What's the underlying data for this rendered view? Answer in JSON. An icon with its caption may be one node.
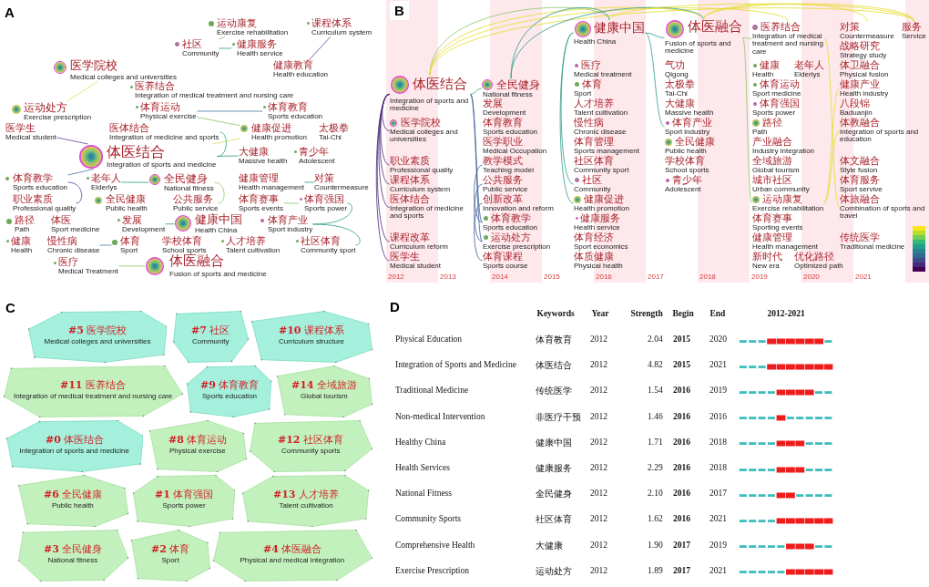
{
  "diagram": {
    "nodes": [
      {
        "text": [
          "运动康复",
          "Exercise rehabilitation"
        ]
      },
      {
        "text": [
          "社区",
          "Community"
        ]
      },
      {
        "text": [
          "课程体系",
          "Curriculum system"
        ]
      },
      {
        "text": [
          "健康服务",
          "Health service"
        ]
      },
      {
        "text": [
          "医学院校",
          "Medical colleges and universities"
        ]
      },
      {
        "text": [
          "医养结合",
          "Integration of medical treatment and nursing care"
        ]
      },
      {
        "text": [
          "健康教育",
          "Health education"
        ]
      },
      {
        "text": [
          "运动处方",
          "Exercise prescription"
        ]
      },
      {
        "text": [
          "体育运动",
          "Physical exercise"
        ]
      },
      {
        "text": [
          "体育教育",
          "Sports education"
        ]
      },
      {
        "text": [
          "医体结合",
          "Integration of medicine and sports"
        ]
      },
      {
        "text": [
          "健康促进",
          "Health promotion"
        ]
      },
      {
        "text": [
          "医学生",
          "Medical student"
        ]
      },
      {
        "text": [
          "青少年",
          "Adolescent"
        ]
      },
      {
        "text": [
          "体医结合",
          "Integration of sports and medicine"
        ]
      },
      {
        "text": [
          "大健康",
          "Massive health"
        ]
      },
      {
        "text": [
          "太极拳",
          "Tai-Chi"
        ]
      },
      {
        "text": [
          "健康管理",
          "Health management"
        ]
      },
      {
        "text": [
          "全民健身",
          "National fitness"
        ]
      },
      {
        "text": [
          "老年人",
          "Elderlys"
        ]
      },
      {
        "text": [
          "体育教学",
          "Sports education"
        ]
      },
      {
        "text": [
          "职业素质",
          "Professional quality"
        ]
      },
      {
        "text": [
          "对策",
          "Countermeasure"
        ]
      },
      {
        "text": [
          "全民健康",
          "Public health"
        ]
      },
      {
        "text": [
          "公共服务",
          "Public service"
        ]
      },
      {
        "text": [
          "体育强国",
          "Sports power"
        ]
      },
      {
        "text": [
          "路径",
          "Path"
        ]
      },
      {
        "text": [
          "发展",
          "Development"
        ]
      },
      {
        "text": [
          "体育赛事",
          "Sports events"
        ]
      },
      {
        "text": [
          "社区体育",
          "Community sport"
        ]
      },
      {
        "text": [
          "体医",
          "Sport medicine"
        ]
      },
      {
        "text": [
          "健康中国",
          "Health China"
        ]
      },
      {
        "text": [
          "体育产业",
          "Sport industry"
        ]
      },
      {
        "text": [
          "健康",
          "Health"
        ]
      },
      {
        "text": [
          "学校体育",
          "School sports"
        ]
      },
      {
        "text": [
          "人才培养",
          "Talent cultivation"
        ]
      },
      {
        "text": [
          "体育",
          "Sport"
        ]
      },
      {
        "text": [
          "慢性病",
          "Chronic disease"
        ]
      },
      {
        "text": [
          "医疗",
          "Medical Treatment"
        ]
      },
      {
        "text": [
          "体医融合",
          "Fusion of sports and medicine"
        ]
      },
      {
        "text": [
          "体医结合",
          "Integration of sports and medicine"
        ]
      },
      {
        "text": [
          "医学院校",
          "Medical colleges and universities"
        ]
      },
      {
        "text": [
          "职业素质",
          "Professional quality"
        ]
      },
      {
        "text": [
          "课程体系",
          "Curriculum system"
        ]
      },
      {
        "text": [
          "医体结合",
          "Integration of medicine and sports"
        ]
      },
      {
        "text": [
          "课程改革",
          "Curriculum reform"
        ]
      },
      {
        "text": [
          "医学生",
          "Medical student"
        ]
      },
      {
        "text": [
          "体育教学",
          "Sports education"
        ]
      },
      {
        "text": [
          "运动处方",
          "Exercise prescription"
        ]
      },
      {
        "text": [
          "体育课程",
          "Sports course"
        ]
      },
      {
        "text": [
          "教学模式",
          "Teaching model"
        ]
      },
      {
        "text": [
          "公共服务",
          "Public service"
        ]
      },
      {
        "text": [
          "创新改革",
          "Innovation and reform"
        ]
      },
      {
        "text": [
          "全民健身",
          "National fitness"
        ]
      },
      {
        "text": [
          "发展",
          "Development"
        ]
      },
      {
        "text": [
          "体育教育",
          "Sports education"
        ]
      },
      {
        "text": [
          "医学职业",
          "Medical Occupation"
        ]
      },
      {
        "text": [
          "健康中国",
          "Health China"
        ]
      },
      {
        "text": [
          "医疗",
          "Medical treatment"
        ]
      },
      {
        "text": [
          "体育",
          "Sport"
        ]
      },
      {
        "text": [
          "人才培养",
          "Talent cultivation"
        ]
      },
      {
        "text": [
          "慢性病",
          "Chronic disease"
        ]
      },
      {
        "text": [
          "体育管理",
          "Sports management"
        ]
      },
      {
        "text": [
          "社区体育",
          "Community sport"
        ]
      },
      {
        "text": [
          "社区",
          "Community"
        ]
      },
      {
        "text": [
          "健康促进",
          "Health promotion"
        ]
      },
      {
        "text": [
          "健康服务",
          "Health service"
        ]
      },
      {
        "text": [
          "体育经济",
          "Sport economics"
        ]
      },
      {
        "text": [
          "体质健康",
          "Physical health"
        ]
      },
      {
        "text": [
          "体医融合",
          "Fusion of sports and medicine"
        ]
      },
      {
        "text": [
          "气功",
          "Qigong"
        ]
      },
      {
        "text": [
          "太极拳",
          "Tai-Chi"
        ]
      },
      {
        "text": [
          "大健康",
          "Massive health"
        ]
      },
      {
        "text": [
          "体育产业",
          "Sport industry"
        ]
      },
      {
        "text": [
          "全民健康",
          "Public health"
        ]
      },
      {
        "text": [
          "学校体育",
          "School sports"
        ]
      },
      {
        "text": [
          "青少年",
          "Adolescent"
        ]
      },
      {
        "text": [
          "医养结合",
          "Integration of medical treatment and nursing care"
        ]
      },
      {
        "text": [
          "健康",
          "Health"
        ]
      },
      {
        "text": [
          "体育运动",
          "Sport medicine"
        ]
      },
      {
        "text": [
          "老年人",
          "Elderlys"
        ]
      },
      {
        "text": [
          "体育强国",
          "Sports power"
        ]
      },
      {
        "text": [
          "路径",
          "Path"
        ]
      },
      {
        "text": [
          "产业融合",
          "Industry integration"
        ]
      },
      {
        "text": [
          "全域旅游",
          "Global tourism"
        ]
      },
      {
        "text": [
          "城市社区",
          "Urban community"
        ]
      },
      {
        "text": [
          "运动康复",
          "Exercise rehabilitation"
        ]
      },
      {
        "text": [
          "体育赛事",
          "Sporting events"
        ]
      },
      {
        "text": [
          "健康管理",
          "Health management"
        ]
      },
      {
        "text": [
          "新时代",
          "New era"
        ]
      },
      {
        "text": [
          "优化路径",
          "Optimized path"
        ]
      },
      {
        "text": [
          "对策",
          "Countermeasure"
        ]
      },
      {
        "text": [
          "战略研究",
          "Strategy study"
        ]
      },
      {
        "text": [
          "体卫融合",
          "Physical fusion"
        ]
      },
      {
        "text": [
          "健康产业",
          "Health industry"
        ]
      },
      {
        "text": [
          "八段锦",
          "Baduanjin"
        ]
      },
      {
        "text": [
          "体教融合",
          "Integration of sports and education"
        ]
      },
      {
        "text": [
          "体文融合",
          "Style fusion"
        ]
      },
      {
        "text": [
          "体育服务",
          "Sport servive"
        ]
      },
      {
        "text": [
          "体旅融合",
          "Combination of sports and travel"
        ]
      },
      {
        "text": [
          "传统医学",
          "Traditional medicine"
        ]
      },
      {
        "text": [
          "服务",
          "Service"
        ]
      },
      {
        "text": [
          "**#10** 课程体系",
          "Curriculum structure"
        ]
      },
      {
        "text": [
          "**#5** 医学院校",
          "Medical colleges and universities"
        ]
      },
      {
        "text": [
          "**#7** 社区",
          "Community"
        ]
      },
      {
        "text": [
          "**#11** 医养结合",
          "Integration of medical treatment and nursing care"
        ]
      },
      {
        "text": [
          "**#9** 体育教育",
          "Sports education"
        ]
      },
      {
        "text": [
          "**#8** 体育运动",
          "Physical exercise"
        ]
      },
      {
        "text": [
          "**#0** 体医结合",
          "Integration of sports and medicine"
        ]
      },
      {
        "text": [
          "**#14** 全域旅游",
          "Global tourism"
        ]
      },
      {
        "text": [
          "**#6** 全民健康",
          "Public health"
        ]
      },
      {
        "text": [
          "**#12** 社区体育",
          "Community sports"
        ]
      },
      {
        "text": [
          "**#1** 体育强国",
          "Sports power"
        ]
      },
      {
        "text": [
          "**#3** 全民健身",
          "National fitness"
        ]
      },
      {
        "text": [
          "**#13** 人才培养",
          "Talent cultivation"
        ]
      },
      {
        "text": [
          "**#2** 体育",
          "Sport"
        ]
      },
      {
        "text": [
          "**#4** 体医融合",
          "Physical and medical integration"
        ]
      }
    ],
    "edges": [
      {
        "from": 14,
        "to": 12,
        "arrow": "none",
        "color": "#6a3d9a"
      },
      {
        "from": 14,
        "to": 20,
        "arrow": "none",
        "color": "#4a78a8"
      },
      {
        "from": 14,
        "to": 15,
        "arrow": "none"
      },
      {
        "from": 14,
        "to": 11,
        "arrow": "none",
        "color": "#e3dc5a"
      },
      {
        "from": 4,
        "to": 7,
        "arrow": "none",
        "color": "#e3dc5a"
      },
      {
        "from": 1,
        "to": 0,
        "arrow": "none",
        "color": "#8cc96a"
      },
      {
        "from": 1,
        "to": 3,
        "arrow": "none"
      },
      {
        "from": 2,
        "to": 6,
        "arrow": "none",
        "color": "#6a3d9a"
      },
      {
        "from": 11,
        "to": 8,
        "arrow": "none",
        "color": "#8cc96a"
      },
      {
        "from": 8,
        "to": 9,
        "arrow": "none",
        "color": "#4a78a8"
      },
      {
        "from": 18,
        "to": 24,
        "arrow": "none",
        "color": "#8cc96a"
      },
      {
        "from": 14,
        "to": 10,
        "arrow": "none"
      },
      {
        "from": 20,
        "to": 21,
        "arrow": "none",
        "color": "#6a3d9a"
      },
      {
        "from": 31,
        "to": 27,
        "arrow": "none"
      },
      {
        "from": 36,
        "to": 37,
        "arrow": "none",
        "color": "#4a78a8"
      },
      {
        "from": 39,
        "to": 38,
        "arrow": "none",
        "color": "#8cc96a"
      },
      {
        "from": 32,
        "to": 29,
        "arrow": "none"
      },
      {
        "from": 32,
        "to": 25,
        "arrow": "none"
      },
      {
        "from": 25,
        "to": 28,
        "arrow": "none",
        "color": "#8cc96a"
      },
      {
        "from": 17,
        "to": 22,
        "arrow": "none"
      },
      {
        "from": 18,
        "to": 19,
        "arrow": "none"
      },
      {
        "from": 40,
        "to": 41,
        "arrow": "none",
        "color": "#4b2a78"
      },
      {
        "from": 40,
        "to": 42,
        "arrow": "none",
        "color": "#4b2a78"
      },
      {
        "from": 40,
        "to": 43,
        "arrow": "none",
        "color": "#4b2a78"
      },
      {
        "from": 40,
        "to": 44,
        "arrow": "none",
        "color": "#4b2a78"
      },
      {
        "from": 40,
        "to": 45,
        "arrow": "none",
        "color": "#4b2a78"
      },
      {
        "from": 40,
        "to": 46,
        "arrow": "none",
        "color": "#4b2a78"
      },
      {
        "from": 40,
        "to": 53,
        "arrow": "none"
      },
      {
        "from": 40,
        "to": 47,
        "arrow": "none",
        "color": "#3e5b99"
      },
      {
        "from": 40,
        "to": 48,
        "arrow": "none",
        "color": "#3e5b99"
      },
      {
        "from": 47,
        "to": 50,
        "arrow": "none",
        "color": "#3e5b99"
      },
      {
        "from": 48,
        "to": 51,
        "arrow": "none",
        "color": "#3e5b99"
      },
      {
        "from": 49,
        "to": 52,
        "arrow": "none",
        "color": "#3e5b99"
      },
      {
        "from": 40,
        "to": 57,
        "arrow": "none",
        "color": "#8cc96a"
      },
      {
        "from": 40,
        "to": 69,
        "arrow": "none",
        "color": "#e6dc2a"
      },
      {
        "from": 40,
        "to": 77,
        "arrow": "none",
        "color": "#e6dc2a"
      },
      {
        "from": 40,
        "to": 101,
        "arrow": "none",
        "color": "#e6dc2a"
      },
      {
        "from": 53,
        "to": 57,
        "arrow": "none"
      },
      {
        "from": 53,
        "to": 69,
        "arrow": "none"
      },
      {
        "from": 57,
        "to": 69,
        "arrow": "none"
      },
      {
        "from": 57,
        "to": 65,
        "arrow": "none"
      },
      {
        "from": 57,
        "to": 64,
        "arrow": "none"
      },
      {
        "from": 69,
        "to": 77,
        "arrow": "none",
        "color": "#8cc96a"
      },
      {
        "from": 69,
        "to": 86,
        "arrow": "none",
        "color": "#8cc96a"
      },
      {
        "from": 69,
        "to": 91,
        "arrow": "none",
        "color": "#e6dc2a"
      },
      {
        "from": 69,
        "to": 101,
        "arrow": "none",
        "color": "#e6dc2a"
      },
      {
        "from": 86,
        "to": 96,
        "arrow": "none",
        "color": "#e6dc2a"
      },
      {
        "from": 77,
        "to": 99,
        "arrow": "none",
        "color": "#e6dc2a"
      },
      {
        "from": 86,
        "to": 94,
        "arrow": "none",
        "color": "#e6dc2a"
      },
      {
        "from": 57,
        "to": 101,
        "arrow": "none",
        "color": "#e6dc2a"
      },
      {
        "from": 57,
        "to": 73,
        "arrow": "none"
      }
    ],
    "labels": [
      "A",
      "B",
      "2012",
      "2013",
      "2014",
      "2015",
      "2016",
      "2017",
      "2018",
      "2019",
      "2020",
      "2021",
      "C",
      "D",
      "Keywords",
      "Year",
      "Strength",
      "Begin",
      "End",
      "2012-2021",
      "Physical Education",
      "体育教育",
      "2012",
      "2.04",
      "2015",
      "2020",
      "Integration of Sports and Medicine",
      "体医结合",
      "2012",
      "4.82",
      "2015",
      "2021",
      "Traditional Medicine",
      "传统医学",
      "2012",
      "1.54",
      "2016",
      "2019",
      "Non-medical Intervention",
      "非医疗干预",
      "2012",
      "1.46",
      "2016",
      "2016",
      "Healthy China",
      "健康中国",
      "2012",
      "1.71",
      "2016",
      "2018",
      "Health Services",
      "健康服务",
      "2012",
      "2.29",
      "2016",
      "2018",
      "National Fitness",
      "全民健身",
      "2012",
      "2.10",
      "2016",
      "2017",
      "Community Sports",
      "社区体育",
      "2012",
      "1.62",
      "2016",
      "2021",
      "Comprehensive Health",
      "大健康",
      "2012",
      "1.90",
      "2017",
      "2019",
      "Exercise Prescription",
      "运动处方",
      "2012",
      "1.89",
      "2017",
      "2021"
    ]
  }
}
